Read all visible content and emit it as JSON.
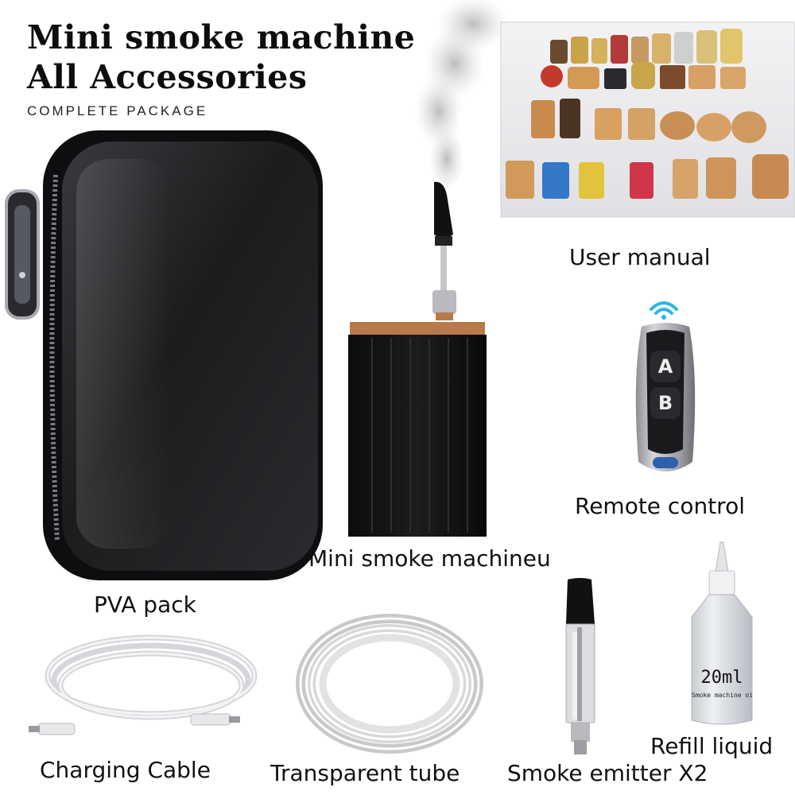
{
  "header": {
    "title_line1": "Mini smoke machine",
    "title_line2": "All Accessories",
    "subtitle": "COMPLETE PACKAGE"
  },
  "labels": {
    "user_manual": "User manual",
    "remote_control": "Remote control",
    "mini_smoke_machine": "Mini smoke machineu",
    "pva_pack": "PVA pack",
    "charging_cable": "Charging Cable",
    "transparent_tube": "Transparent tube",
    "smoke_emitter": "Smoke emitter X2",
    "refill_liquid": "Refill liquid"
  },
  "remote": {
    "button_a": "A",
    "button_b": "B"
  },
  "bottle": {
    "volume": "20ml",
    "caption": "Smoke machine oil"
  },
  "colors": {
    "case_black": "#1c1c1e",
    "machine_black": "#111111",
    "copper": "#b87a4a",
    "wifi_cyan": "#29b6e6"
  }
}
